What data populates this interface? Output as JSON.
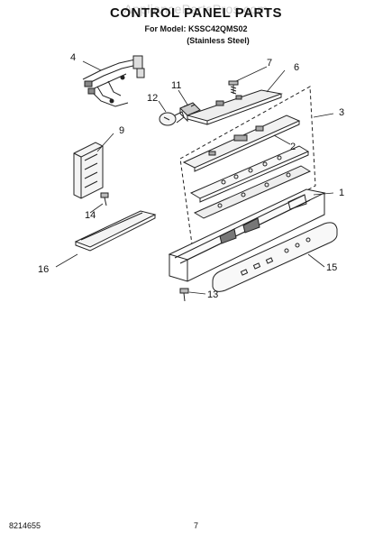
{
  "header": {
    "watermark": "AppliancePartsPros.com",
    "title": "CONTROL PANEL PARTS",
    "model_line": "For Model: KSSC42QMS02",
    "finish_line": "(Stainless Steel)"
  },
  "footer": {
    "doc_code": "8214655",
    "page_number": "7"
  },
  "callouts": {
    "c1": "1",
    "c2": "2",
    "c3": "3",
    "c4": "4",
    "c6": "6",
    "c7": "7",
    "c9": "9",
    "c11": "11",
    "c12": "12",
    "c13": "13",
    "c14": "14",
    "c15": "15",
    "c16": "16"
  }
}
